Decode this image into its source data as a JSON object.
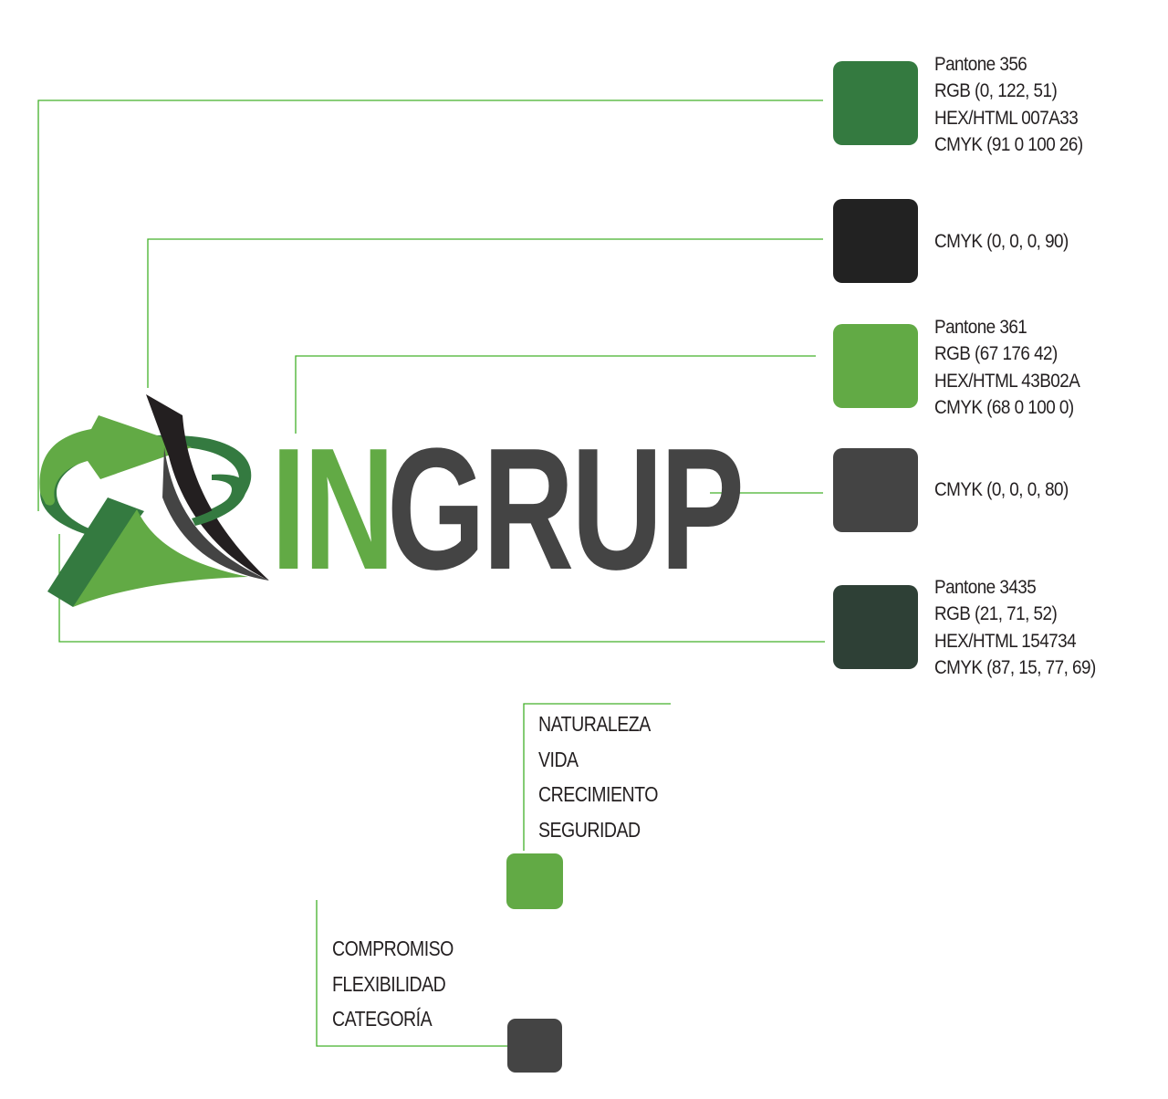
{
  "colors": {
    "line_green": "#43b02a",
    "logo_dark_green": "#347a40",
    "logo_light_green": "#62aa45",
    "logo_black": "#231f20",
    "logo_gray": "#444444"
  },
  "logo": {
    "word_part1": "IN",
    "word_part2": "GRUP"
  },
  "swatches": [
    {
      "id": "pantone-356",
      "hex": "#347a40",
      "lines": [
        "Pantone 356",
        "RGB (0, 122, 51)",
        "HEX/HTML 007A33",
        "CMYK (91 0 100 26)"
      ]
    },
    {
      "id": "black-90",
      "hex": "#222222",
      "lines": [
        "CMYK (0, 0, 0, 90)"
      ]
    },
    {
      "id": "pantone-361",
      "hex": "#62aa45",
      "lines": [
        "Pantone 361",
        "RGB (67 176 42)",
        "HEX/HTML 43B02A",
        "CMYK (68 0 100 0)"
      ]
    },
    {
      "id": "black-80",
      "hex": "#444444",
      "lines": [
        "CMYK (0, 0, 0, 80)"
      ]
    },
    {
      "id": "pantone-3435",
      "hex": "#2e4036",
      "lines": [
        "Pantone 3435",
        "RGB (21, 71, 52)",
        "HEX/HTML 154734",
        "CMYK (87, 15, 77, 69)"
      ]
    }
  ],
  "values_green": {
    "hex": "#62aa45",
    "words": [
      "NATURALEZA",
      "VIDA",
      "CRECIMIENTO",
      "SEGURIDAD"
    ]
  },
  "values_gray": {
    "hex": "#444444",
    "words": [
      "COMPROMISO",
      "FLEXIBILIDAD",
      "CATEGORÍA"
    ]
  }
}
